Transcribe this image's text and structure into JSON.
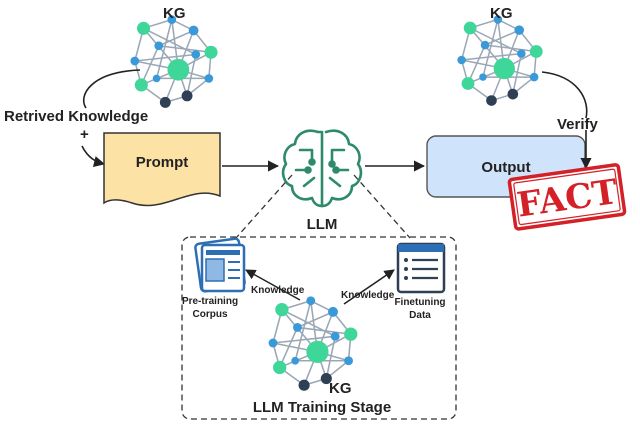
{
  "labels": {
    "kg_top_left": "KG",
    "kg_top_right": "KG",
    "kg_bottom": "KG",
    "retrieved_knowledge": "Retrived Knowledge",
    "plus": "+",
    "prompt": "Prompt",
    "llm": "LLM",
    "output": "Output",
    "verify": "Verify",
    "fact_stamp": "FACT",
    "knowledge_left": "Knowledge",
    "knowledge_right": "Knowledge",
    "pretraining_line1": "Pre-training",
    "pretraining_line2": "Corpus",
    "finetuning_line1": "Finetuning",
    "finetuning_line2": "Data",
    "training_stage": "LLM Training Stage"
  },
  "colors": {
    "node_green": "#3fd69a",
    "node_blue": "#3a99d8",
    "node_navy": "#2f3f55",
    "edge_grey": "#9aa7b5",
    "prompt_fill": "#fde2a6",
    "output_fill": "#cfe3fb",
    "llm_icon": "#2e8b6a",
    "stamp_red": "#d42027",
    "doc_blue": "#2d6fb5"
  },
  "icons": {
    "knowledge_graph": "knowledge-graph-icon",
    "llm": "brain-circuit-icon",
    "pretraining": "document-stack-icon",
    "finetuning": "list-document-icon",
    "stamp": "stamp-icon"
  }
}
